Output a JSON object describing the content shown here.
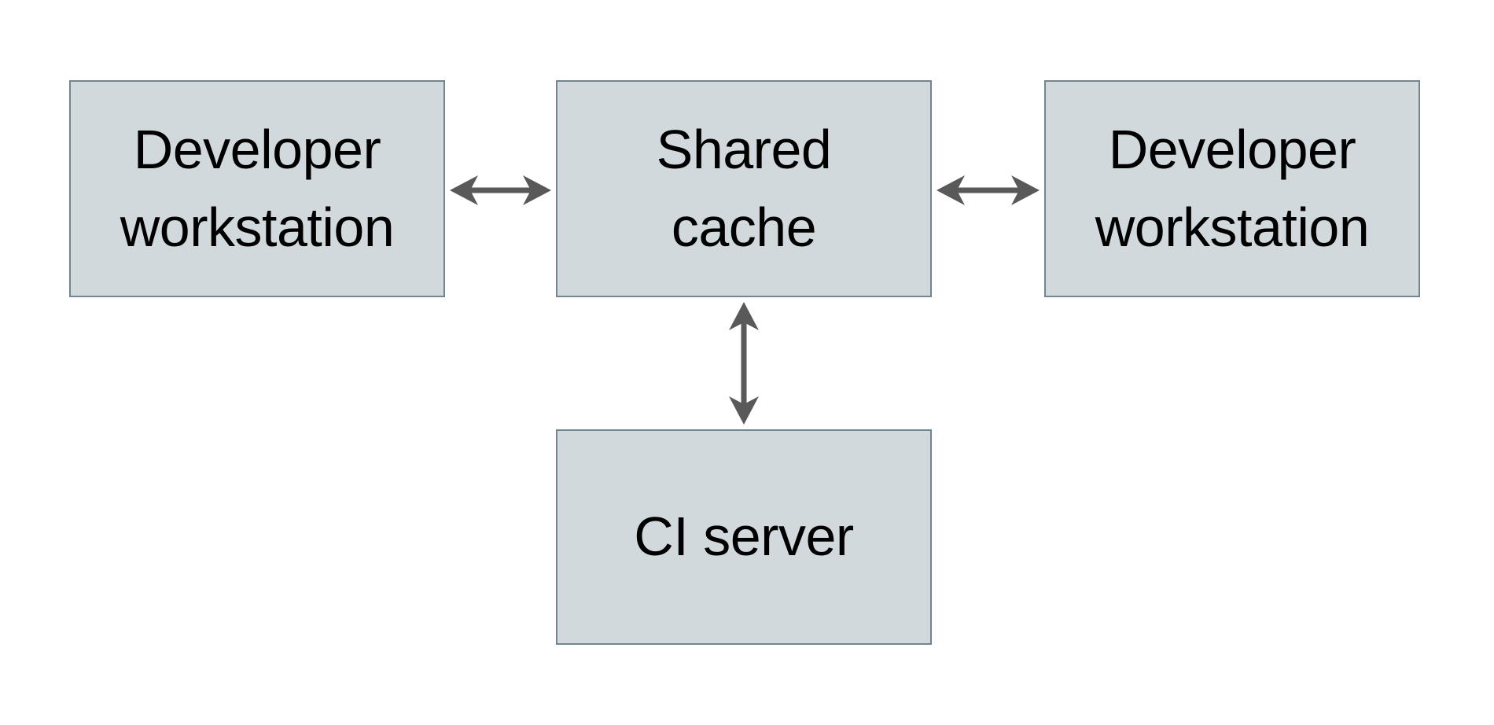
{
  "diagram": {
    "title": "",
    "nodes": [
      {
        "id": "developer-workstation-left",
        "lines": [
          "Developer",
          "workstation"
        ]
      },
      {
        "id": "shared-cache",
        "lines": [
          "Shared",
          "cache"
        ]
      },
      {
        "id": "developer-workstation-right",
        "lines": [
          "Developer",
          "workstation"
        ]
      },
      {
        "id": "ci-server",
        "lines": [
          "CI server"
        ]
      }
    ],
    "edges": [
      {
        "from": "developer-workstation-left",
        "to": "shared-cache",
        "type": "bidirectional",
        "orientation": "horizontal"
      },
      {
        "from": "shared-cache",
        "to": "developer-workstation-right",
        "type": "bidirectional",
        "orientation": "horizontal"
      },
      {
        "from": "shared-cache",
        "to": "ci-server",
        "type": "bidirectional",
        "orientation": "vertical"
      }
    ],
    "colors": {
      "background": "#ffffff",
      "node_fill": "#d2d9dc",
      "node_border": "#71868f",
      "arrow": "#595959",
      "text": "#000000"
    }
  }
}
